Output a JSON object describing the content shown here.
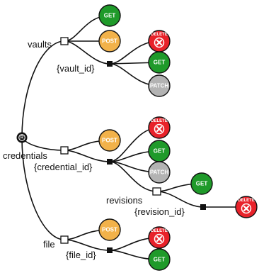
{
  "root": {
    "letter": "R"
  },
  "paths": {
    "vaults": "vaults",
    "vault_id": "{vault_id}",
    "credentials": "credentials",
    "credential_id": "{credential_id}",
    "revisions": "revisions",
    "revision_id": "{revision_id}",
    "file": "file",
    "file_id": "{file_id}"
  },
  "methods": {
    "get": "GET",
    "post": "POST",
    "patch": "PATCH",
    "delete": "DELETE"
  },
  "colors": {
    "get": "#1f9a2a",
    "post": "#f2b24a",
    "patch": "#b3b3b3",
    "delete": "#e8222a",
    "ink": "#111111"
  },
  "icons": {
    "root": "root-badge-icon",
    "delete": "x-mark-icon"
  }
}
